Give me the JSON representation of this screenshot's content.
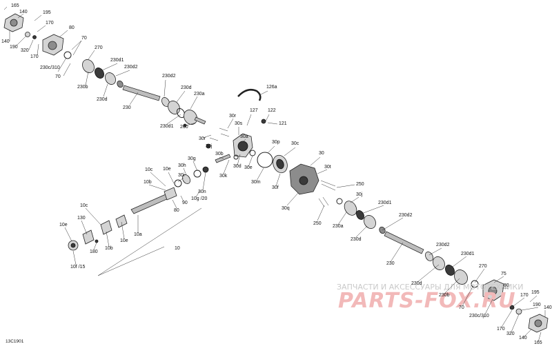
{
  "diagram": {
    "code": "13C1901",
    "callouts": [
      {
        "id": "c165a",
        "text": "165"
      },
      {
        "id": "c140a",
        "text": "140"
      },
      {
        "id": "c195a",
        "text": "195"
      },
      {
        "id": "c170a",
        "text": "170"
      },
      {
        "id": "c80a",
        "text": "80"
      },
      {
        "id": "c140b",
        "text": "140"
      },
      {
        "id": "c190a",
        "text": "190"
      },
      {
        "id": "c320a",
        "text": "320"
      },
      {
        "id": "c170b",
        "text": "170"
      },
      {
        "id": "c70a",
        "text": "70"
      },
      {
        "id": "c270a",
        "text": "270"
      },
      {
        "id": "c230cl",
        "text": "230c/310"
      },
      {
        "id": "c70b",
        "text": "70"
      },
      {
        "id": "c230d1a",
        "text": "230d1"
      },
      {
        "id": "c230d2a",
        "text": "230d2"
      },
      {
        "id": "c230b",
        "text": "230b"
      },
      {
        "id": "c230da",
        "text": "230d"
      },
      {
        "id": "c230a",
        "text": "230"
      },
      {
        "id": "c230d2b",
        "text": "230d2"
      },
      {
        "id": "c230db",
        "text": "230d"
      },
      {
        "id": "c230aa",
        "text": "230a"
      },
      {
        "id": "c230d1b",
        "text": "230d1"
      },
      {
        "id": "c260",
        "text": "260"
      },
      {
        "id": "c126a",
        "text": "126a"
      },
      {
        "id": "c127",
        "text": "127"
      },
      {
        "id": "c122",
        "text": "122"
      },
      {
        "id": "c121",
        "text": "121"
      },
      {
        "id": "c30r1",
        "text": "30r"
      },
      {
        "id": "c30s",
        "text": "30s"
      },
      {
        "id": "c30r2",
        "text": "30r"
      },
      {
        "id": "c30j1",
        "text": "30j"
      },
      {
        "id": "c30a",
        "text": "30a"
      },
      {
        "id": "c30p",
        "text": "30p"
      },
      {
        "id": "c30c",
        "text": "30c"
      },
      {
        "id": "c30",
        "text": "30"
      },
      {
        "id": "c30b",
        "text": "30b"
      },
      {
        "id": "c30k",
        "text": "30k"
      },
      {
        "id": "c30d",
        "text": "30d"
      },
      {
        "id": "c30e",
        "text": "30e"
      },
      {
        "id": "c30m",
        "text": "30m"
      },
      {
        "id": "c30t",
        "text": "30t"
      },
      {
        "id": "c30f",
        "text": "30f"
      },
      {
        "id": "c30g",
        "text": "30g"
      },
      {
        "id": "c30h",
        "text": "30h"
      },
      {
        "id": "c30i",
        "text": "30i"
      },
      {
        "id": "c30n",
        "text": "30n"
      },
      {
        "id": "c10c1",
        "text": "10c"
      },
      {
        "id": "c10e1",
        "text": "10e"
      },
      {
        "id": "c10b1",
        "text": "10b"
      },
      {
        "id": "c80b",
        "text": "80"
      },
      {
        "id": "c90",
        "text": "90"
      },
      {
        "id": "c10g20",
        "text": "10g /20"
      },
      {
        "id": "c250a",
        "text": "250"
      },
      {
        "id": "c30q",
        "text": "30q"
      },
      {
        "id": "c250b",
        "text": "250"
      },
      {
        "id": "c30j2",
        "text": "30j"
      },
      {
        "id": "c230d1c",
        "text": "230d1"
      },
      {
        "id": "c230ab",
        "text": "230a"
      },
      {
        "id": "c230d2c",
        "text": "230d2"
      },
      {
        "id": "c230dc",
        "text": "230d"
      },
      {
        "id": "c10c2",
        "text": "10c"
      },
      {
        "id": "c130",
        "text": "130"
      },
      {
        "id": "c10e2",
        "text": "10e"
      },
      {
        "id": "c180",
        "text": "180"
      },
      {
        "id": "c10b2",
        "text": "10b"
      },
      {
        "id": "c10e3",
        "text": "10e"
      },
      {
        "id": "c10a",
        "text": "10a"
      },
      {
        "id": "c10",
        "text": "10"
      },
      {
        "id": "c10f15",
        "text": "10f /15"
      },
      {
        "id": "c230b2",
        "text": "230"
      },
      {
        "id": "c230d2d",
        "text": "230d2"
      },
      {
        "id": "c230d1d",
        "text": "230d1"
      },
      {
        "id": "c270b",
        "text": "270"
      },
      {
        "id": "c75",
        "text": "75"
      },
      {
        "id": "c230dd",
        "text": "230d"
      },
      {
        "id": "c230bb",
        "text": "230b"
      },
      {
        "id": "c70c",
        "text": "70"
      },
      {
        "id": "c80c",
        "text": "80"
      },
      {
        "id": "c170c",
        "text": "170"
      },
      {
        "id": "c195b",
        "text": "195"
      },
      {
        "id": "c190b",
        "text": "190"
      },
      {
        "id": "c140c",
        "text": "140"
      },
      {
        "id": "c230c310b",
        "text": "230c/310"
      },
      {
        "id": "c170d",
        "text": "170"
      },
      {
        "id": "c320b",
        "text": "320"
      },
      {
        "id": "c140d",
        "text": "140"
      },
      {
        "id": "c165b",
        "text": "165"
      }
    ]
  },
  "watermark": {
    "line": "ЗАПЧАСТИ И АКСЕССУАРЫ ДЛЯ МОТОТЕХНИКИ",
    "logo": "PARTS-FOX.RU"
  }
}
